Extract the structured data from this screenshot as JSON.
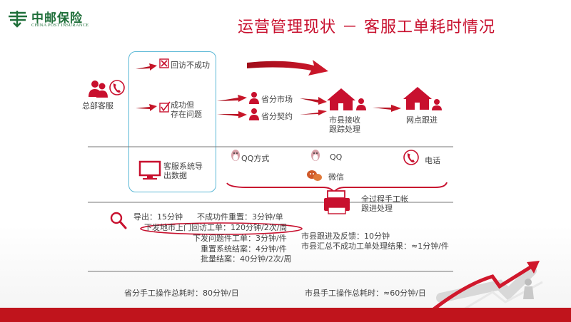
{
  "logo": {
    "cn": "中邮保险",
    "en": "CHINA POST INSURANCE"
  },
  "title": "运营管理现状 － 客服工单耗时情况",
  "flow": {
    "hq": "总部客服",
    "fail": "回访不成功",
    "success_line1": "成功但",
    "success_line2": "存在问题",
    "prov_market": "省分市场",
    "prov_contract": "省分契约",
    "city_line1": "市县接收",
    "city_line2": "跟踪处理",
    "outlet": "网点跟进"
  },
  "channels": {
    "export_line1": "客服系统导",
    "export_line2": "出数据",
    "qq_method": "QQ方式",
    "qq": "QQ",
    "phone": "电话",
    "wechat": "微信",
    "manual_line1": "全过程手工帐",
    "manual_line2": "跟进处理"
  },
  "times": {
    "export": "导出：15分钟",
    "reset_fail": "不成功件重置：3分钟/单",
    "issue_city": "下发地市上门回访工单：120分钟/2次/周",
    "issue_problem": "下发问题件工单：3分钟/件",
    "reset_close": "重置系统结案：4分钟/件",
    "batch_close": "批量结案：40分钟/2次/周",
    "city_feedback": "市县跟进及反馈：10分钟",
    "city_summary": "市县汇总不成功工单处理结果：≈1分钟/件"
  },
  "totals": {
    "prov": "省分手工操作总耗时：80分钟/日",
    "city": "市县手工操作总耗时：≈60分钟/日"
  },
  "colors": {
    "accent": "#c8102e",
    "logo": "#1f6f3a",
    "box": "#5bb8d6"
  }
}
